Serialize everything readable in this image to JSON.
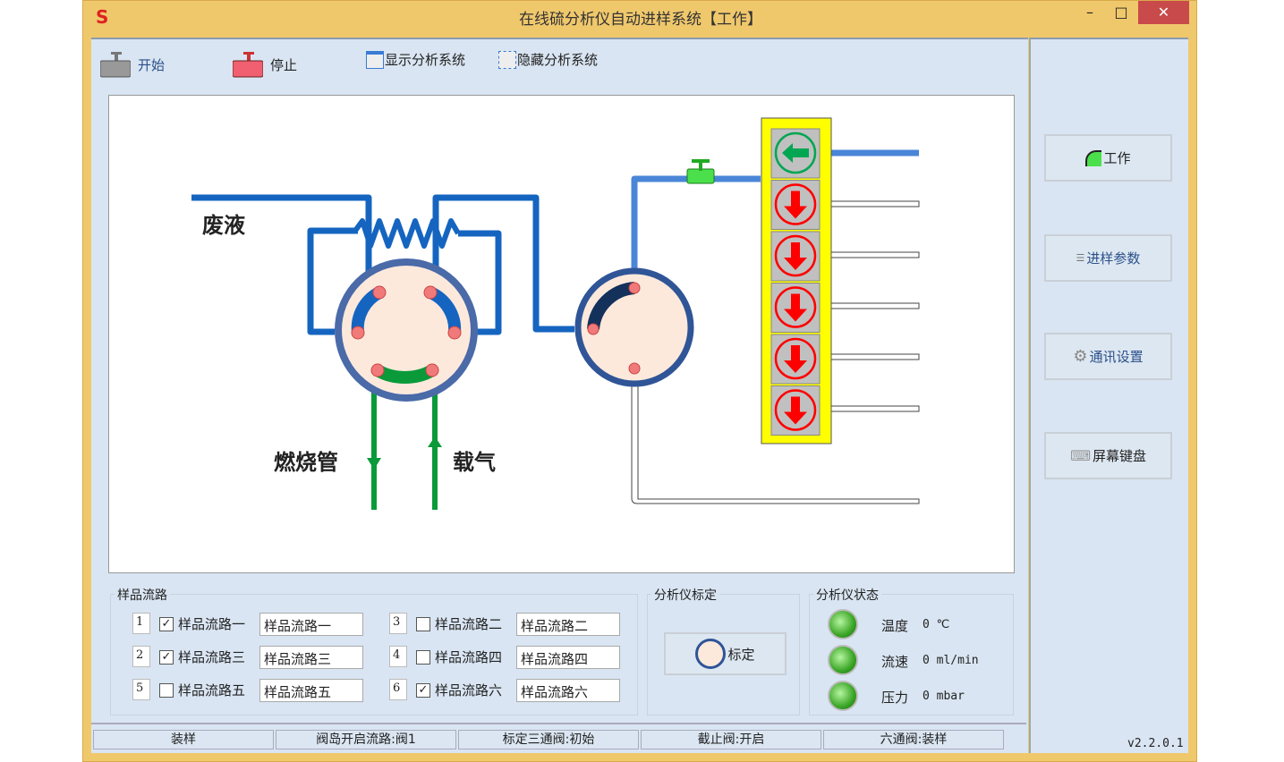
{
  "window": {
    "title": "在线硫分析仪自动进样系统【工作】",
    "logo": "S",
    "minimize": "–",
    "maximize": "□",
    "close": "✕"
  },
  "toolbar": {
    "start": "开始",
    "stop": "停止",
    "show": "显示分析系统",
    "hide": "隐藏分析系统"
  },
  "diagram": {
    "waste": "废液",
    "combustion": "燃烧管",
    "carrier": "载气",
    "selector": [
      {
        "icon": "arrow-left",
        "color": "#00a651"
      },
      {
        "icon": "arrow-down",
        "color": "#ff0000"
      },
      {
        "icon": "arrow-down",
        "color": "#ff0000"
      },
      {
        "icon": "arrow-down",
        "color": "#ff0000"
      },
      {
        "icon": "arrow-down",
        "color": "#ff0000"
      },
      {
        "icon": "arrow-down",
        "color": "#ff0000"
      }
    ]
  },
  "streams": {
    "title": "样品流路",
    "items": [
      {
        "num": "1",
        "checked": true,
        "label": "样品流路一",
        "value": "样品流路一"
      },
      {
        "num": "3",
        "checked": false,
        "label": "样品流路二",
        "value": "样品流路二"
      },
      {
        "num": "2",
        "checked": true,
        "label": "样品流路三",
        "value": "样品流路三"
      },
      {
        "num": "4",
        "checked": false,
        "label": "样品流路四",
        "value": "样品流路四"
      },
      {
        "num": "5",
        "checked": false,
        "label": "样品流路五",
        "value": "样品流路五"
      },
      {
        "num": "6",
        "checked": true,
        "label": "样品流路六",
        "value": "样品流路六"
      }
    ]
  },
  "calibration": {
    "title": "分析仪标定",
    "button": "标定"
  },
  "status": {
    "title": "分析仪状态",
    "items": [
      {
        "label": "温度",
        "value": "0 ℃"
      },
      {
        "label": "流速",
        "value": "0 ml/min"
      },
      {
        "label": "压力",
        "value": "0 mbar"
      }
    ]
  },
  "statusbar": [
    "装样",
    "阀岛开启流路:阀1",
    "标定三通阀:初始",
    "截止阀:开启",
    "六通阀:装样"
  ],
  "sidebar": {
    "work": "工作",
    "params": "进样参数",
    "comm": "通讯设置",
    "keyboard": "屏幕键盘",
    "version": "v2.2.0.1"
  }
}
